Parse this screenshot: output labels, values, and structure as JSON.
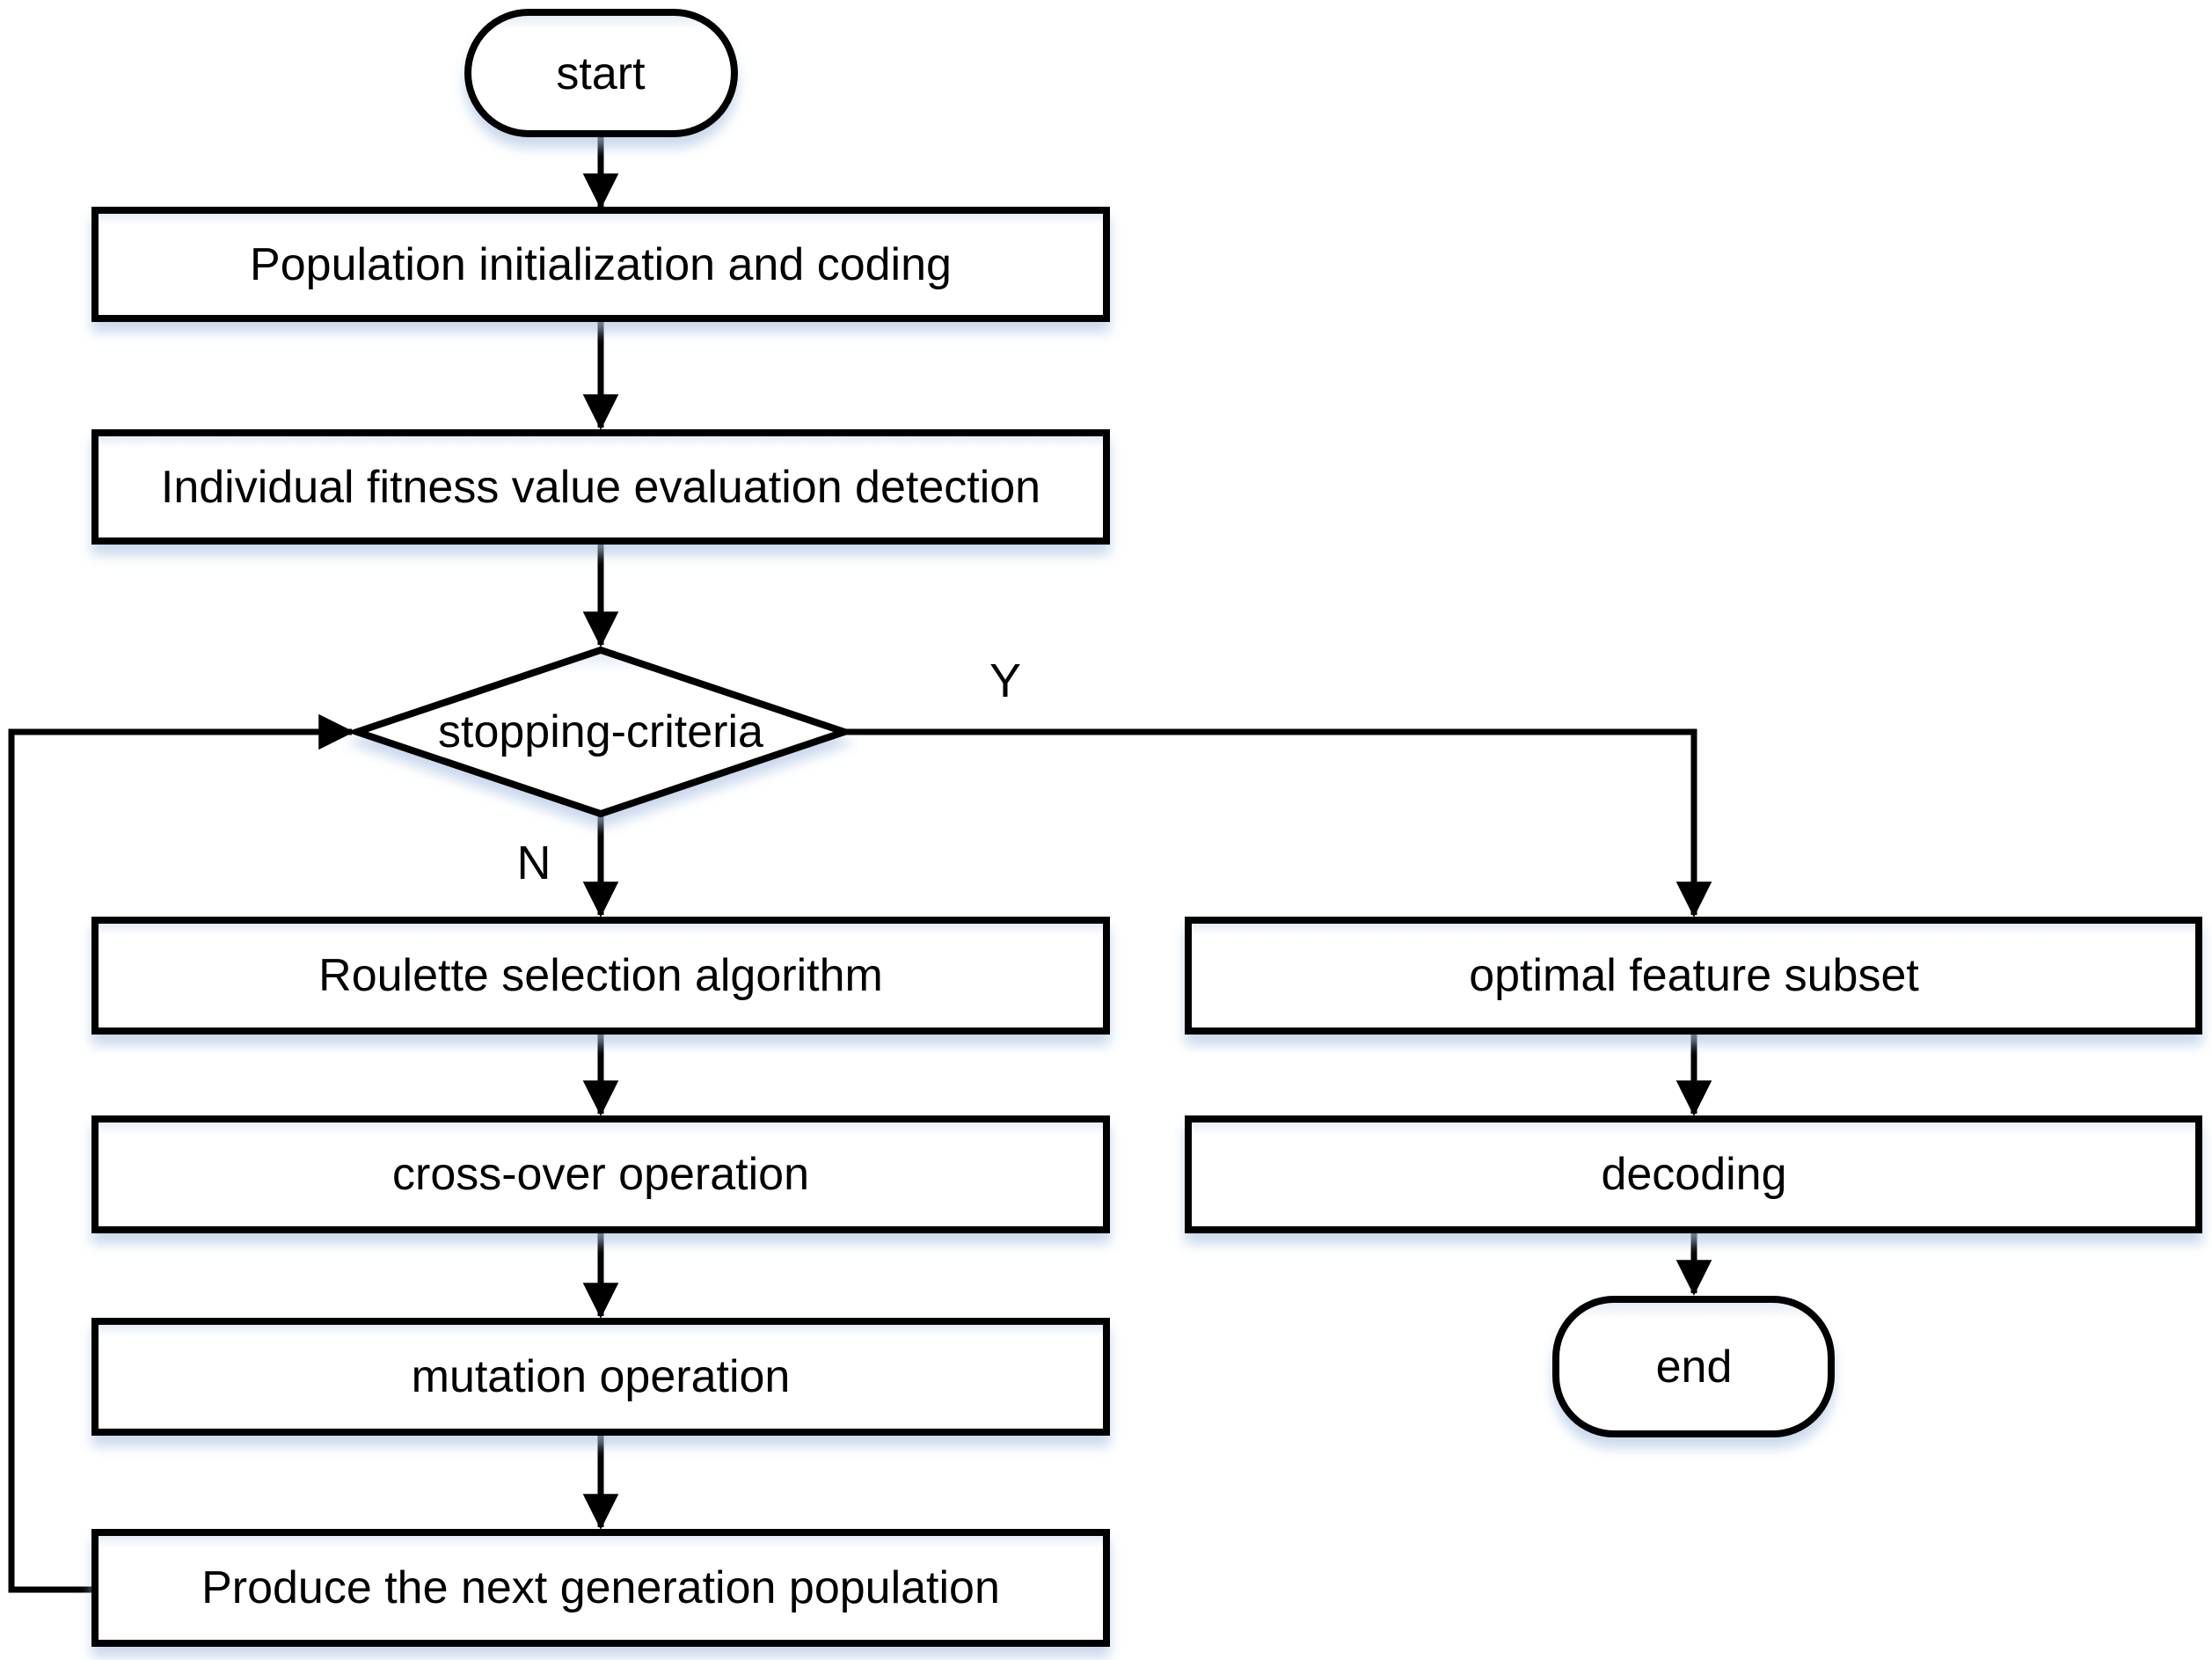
{
  "diagram": {
    "type": "flowchart",
    "nodes": {
      "start": {
        "label": "start",
        "shape": "terminator"
      },
      "population": {
        "label": "Population initialization and coding",
        "shape": "process"
      },
      "fitness": {
        "label": "Individual fitness value evaluation detection",
        "shape": "process"
      },
      "stopping": {
        "label": "stopping-criteria",
        "shape": "decision"
      },
      "roulette": {
        "label": "Roulette selection algorithm",
        "shape": "process"
      },
      "crossover": {
        "label": "cross-over operation",
        "shape": "process"
      },
      "mutation": {
        "label": "mutation operation",
        "shape": "process"
      },
      "produce": {
        "label": "Produce the next generation population",
        "shape": "process"
      },
      "optimal": {
        "label": "optimal feature subset",
        "shape": "process"
      },
      "decoding": {
        "label": "decoding",
        "shape": "process"
      },
      "end": {
        "label": "end",
        "shape": "terminator"
      }
    },
    "branch_labels": {
      "yes": "Y",
      "no": "N"
    },
    "colors": {
      "line": "#000000",
      "text": "#000000",
      "node_fill": "#ffffff",
      "node_top_tint": "#dfe8f4",
      "shadow": "#aec5e4",
      "background": "#ffffff"
    }
  }
}
